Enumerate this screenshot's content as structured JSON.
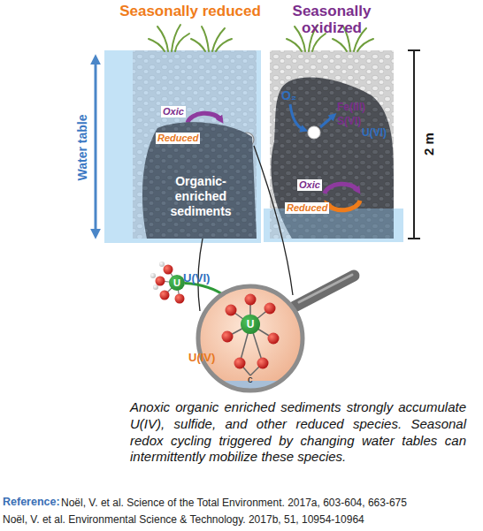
{
  "diagram": {
    "caption": "Anoxic organic enriched sediments strongly accumulate U(IV), sulfide, and other reduced species. Seasonal redox cycling triggered by changing water tables can intermittently mobilize these species.",
    "nodes": [
      {
        "text": [
          "Seasonally reduced"
        ]
      },
      {
        "text": [
          "Organic-enriched sediments"
        ],
        "in": 0
      },
      {
        "text": [
          "Seasonally oxidized"
        ]
      },
      {
        "text": [
          "U",
          "U(VI)"
        ]
      },
      {
        "text": [
          "U(IV)",
          "c"
        ]
      },
      {
        "text": [
          "U"
        ],
        "in": 4
      }
    ],
    "edges": [
      {
        "from": 3,
        "to": 5,
        "arrow": "to"
      }
    ],
    "labels": [
      "Water table",
      "Oxic",
      "Reduced",
      "O₂",
      "Fe(III)",
      "S(VI)",
      "U(VI)",
      "Oxic",
      "Reduced",
      "2 m",
      "Reference:",
      "Noël, V. et al. Science of the Total Environment. 2017a, 603-604, 663-675",
      "Noël, V. et al. Environmental Science & Technology. 2017b, 51, 10954-10964"
    ]
  }
}
